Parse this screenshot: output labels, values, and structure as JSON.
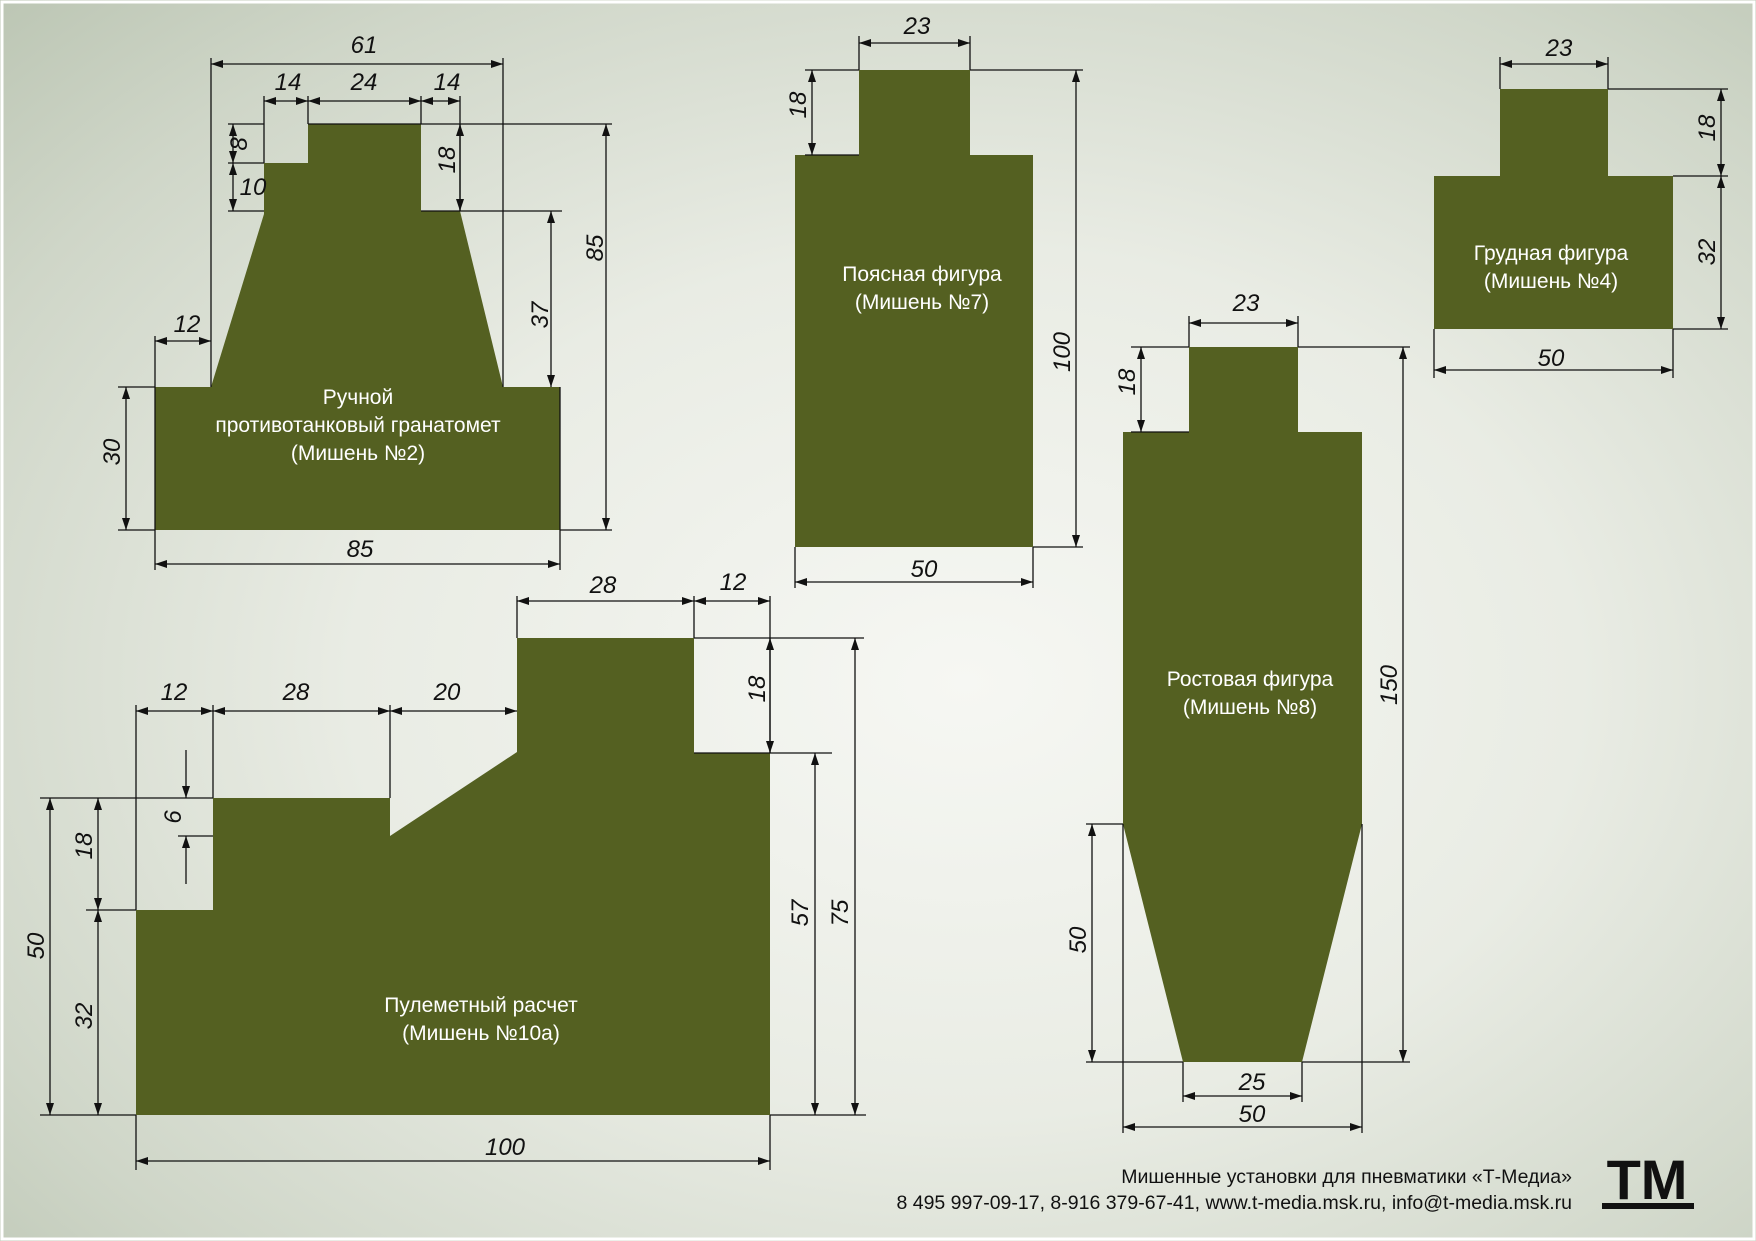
{
  "colors": {
    "target": "#546021",
    "line": "#111111",
    "label": "#ffffff"
  },
  "targets": {
    "t2": {
      "lines": [
        "Ручной",
        "противотанковый гранатомет",
        "(Мишень №2)"
      ],
      "dims": [
        "61",
        "14",
        "24",
        "14",
        "8",
        "10",
        "18",
        "85",
        "37",
        "12",
        "30",
        "85"
      ]
    },
    "t7": {
      "lines": [
        "Поясная фигура",
        "(Мишень №7)"
      ],
      "dims": [
        "23",
        "18",
        "100",
        "50"
      ]
    },
    "t4": {
      "lines": [
        "Грудная фигура",
        "(Мишень №4)"
      ],
      "dims": [
        "23",
        "18",
        "32",
        "50"
      ]
    },
    "t8": {
      "lines": [
        "Ростовая фигура",
        "(Мишень №8)"
      ],
      "dims": [
        "23",
        "18",
        "150",
        "50",
        "25",
        "50"
      ]
    },
    "t10": {
      "lines": [
        "Пулеметный расчет",
        "(Мишень №10а)"
      ],
      "dims": [
        "28",
        "12",
        "12",
        "28",
        "20",
        "18",
        "6",
        "18",
        "50",
        "32",
        "57",
        "75",
        "100"
      ]
    }
  },
  "footer": {
    "line1": "Мишенные установки для пневматики «Т-Медиа»",
    "line2": "8 495 997-09-17, 8-916 379-67-41, www.t-media.msk.ru, info@t-media.msk.ru"
  },
  "logo": {
    "text": "ТМ"
  }
}
